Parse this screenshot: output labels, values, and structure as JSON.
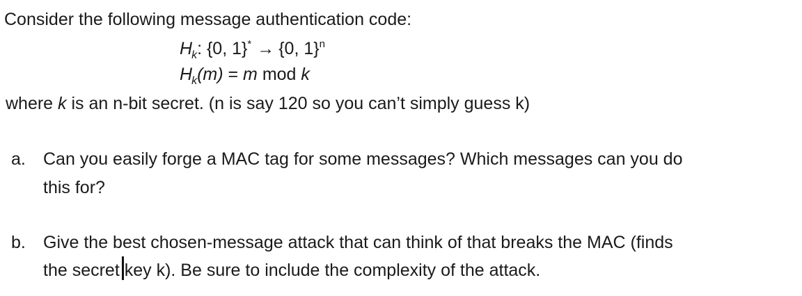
{
  "intro": "Consider the following message authentication code:",
  "equations": {
    "eq1": {
      "H": "H",
      "sub": "k",
      "lhs_rest": ": {0, 1}",
      "star": "*",
      "arrow": "→",
      "rhs": "{0, 1}",
      "sup": "n"
    },
    "eq2": {
      "H": "H",
      "sub": "k",
      "paren_m": "(m)",
      "eq": " = ",
      "m": "m",
      "mod": " mod ",
      "k": "k"
    }
  },
  "where": {
    "prefix": "where ",
    "k": "k",
    "suffix": " is an n-bit secret. (n is say 120 so you can’t simply guess k)"
  },
  "questions": [
    {
      "label": "a.",
      "line1": "Can you easily forge a MAC tag for some messages? Which messages can you do",
      "line2": "this for?"
    },
    {
      "label": "b.",
      "line1": "Give the best chosen-message attack that can think of that breaks the MAC (finds",
      "line2": "the secret key k). Be sure to include the complexity of the attack."
    }
  ]
}
